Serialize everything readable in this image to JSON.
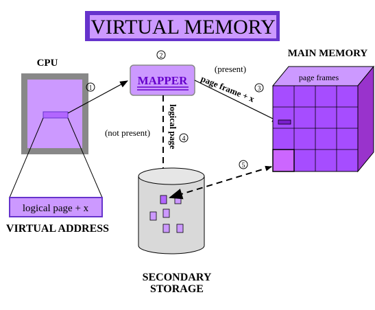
{
  "title": "VIRTUAL MEMORY",
  "cpu_label": "CPU",
  "mapper_label": "MAPPER",
  "main_memory_label": "MAIN MEMORY",
  "page_frames_label": "page frames",
  "virtual_address_box": "logical page + x",
  "virtual_address_label": "VIRTUAL ADDRESS",
  "secondary_storage_label_1": "SECONDARY",
  "secondary_storage_label_2": "STORAGE",
  "present_label": "(present)",
  "not_present_label": "(not present)",
  "page_frame_label": "page frame + x",
  "logical_page_label": "logical page",
  "steps": {
    "s1": "1",
    "s2": "2",
    "s3": "3",
    "s4": "4",
    "s5": "5"
  },
  "colors": {
    "purple_light": "#cc99ff",
    "purple_mid": "#b266ff",
    "purple_dark": "#9933cc",
    "title_bg": "#cc99ff",
    "gray_frame": "#888888",
    "gray_storage": "#d9d9d9",
    "grid_face": "#a64dff"
  }
}
